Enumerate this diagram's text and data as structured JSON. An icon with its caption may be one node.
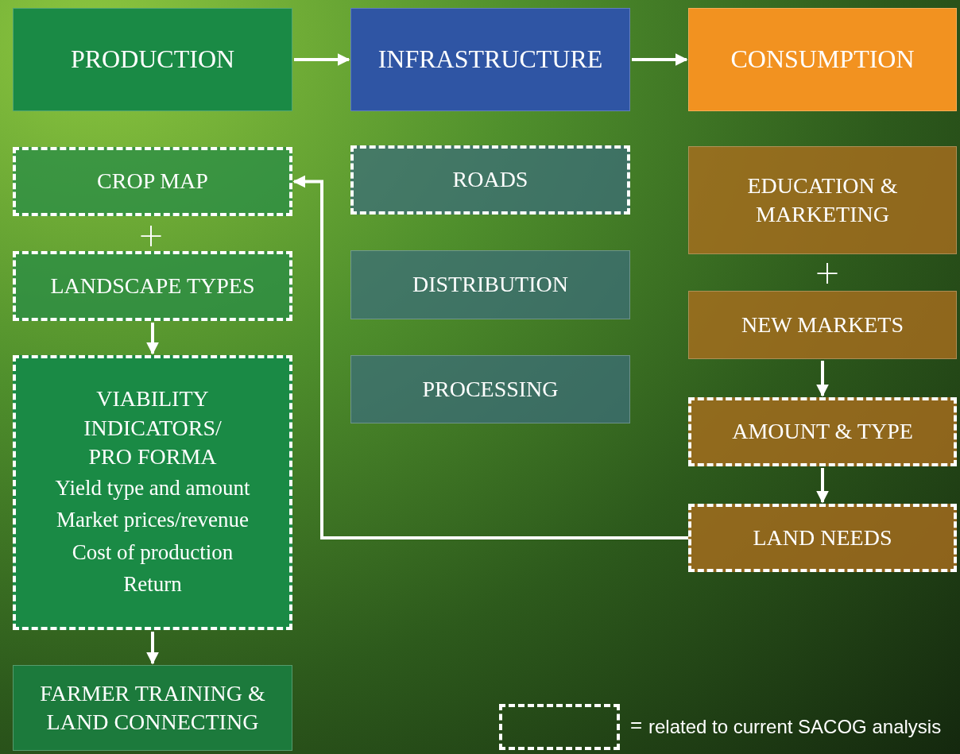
{
  "diagram": {
    "nodes": [
      {
        "text": [
          "PRODUCTION"
        ]
      },
      {
        "text": [
          "INFRASTRUCTURE"
        ]
      },
      {
        "text": [
          "CONSUMPTION"
        ]
      },
      {
        "text": [
          "CROP MAP"
        ]
      },
      {
        "text": [
          "LANDSCAPE TYPES"
        ]
      },
      {
        "text": [
          "VIABILITY INDICATORS/ PRO FORMA",
          "Yield type and amount",
          "Market prices/revenue",
          "Cost of production",
          "Return"
        ]
      },
      {
        "text": [
          "FARMER TRAINING & LAND CONNECTING"
        ]
      },
      {
        "text": [
          "ROADS"
        ]
      },
      {
        "text": [
          "DISTRIBUTION"
        ]
      },
      {
        "text": [
          "PROCESSING"
        ]
      },
      {
        "text": [
          "EDUCATION & MARKETING"
        ]
      },
      {
        "text": [
          "NEW  MARKETS"
        ]
      },
      {
        "text": [
          "AMOUNT & TYPE"
        ]
      },
      {
        "text": [
          "LAND NEEDS"
        ]
      }
    ],
    "edges": [
      {
        "from": 0,
        "to": 1,
        "arrow": "to"
      },
      {
        "from": 1,
        "to": 2,
        "arrow": "to"
      },
      {
        "from": 4,
        "to": 5,
        "arrow": "to"
      },
      {
        "from": 5,
        "to": 6,
        "arrow": "to"
      },
      {
        "from": 11,
        "to": 12,
        "arrow": "to"
      },
      {
        "from": 12,
        "to": 13,
        "arrow": "to"
      },
      {
        "from": 13,
        "to": 3,
        "arrow": "to"
      }
    ],
    "labels": [
      "+",
      "+",
      "="
    ],
    "legend": [
      {
        "text": "related to current SACOG analysis"
      }
    ]
  }
}
